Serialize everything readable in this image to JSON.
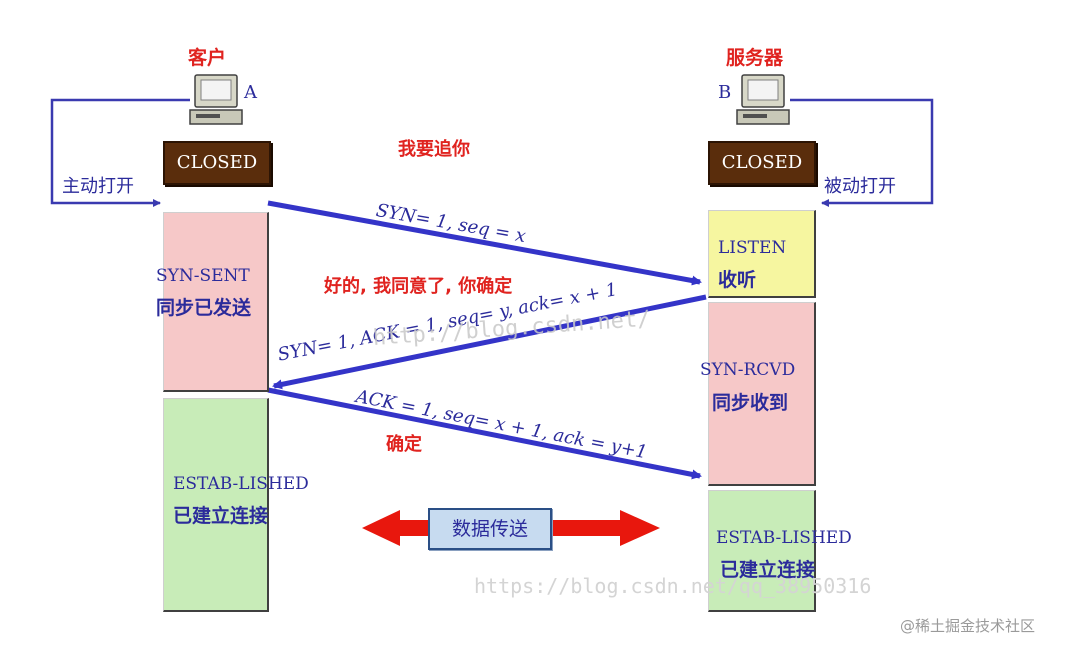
{
  "client": {
    "title": "客户",
    "id": "A",
    "open_label": "主动打开",
    "closed": "CLOSED",
    "syn_sent": {
      "name": "SYN-SENT",
      "cn": "同步已发送"
    },
    "established": {
      "name": "ESTAB-LISHED",
      "cn": "已建立连接"
    }
  },
  "server": {
    "title": "服务器",
    "id": "B",
    "open_label": "被动打开",
    "closed": "CLOSED",
    "listen": {
      "name": "LISTEN",
      "cn": "收听"
    },
    "syn_rcvd": {
      "name": "SYN-RCVD",
      "cn": "同步收到"
    },
    "established": {
      "name": "ESTAB-LISHED",
      "cn": "已建立连接"
    }
  },
  "messages": {
    "m1": {
      "label": "SYN= 1, seq = x",
      "note": "我要追你"
    },
    "m2": {
      "label": "SYN= 1, ACK = 1, seq= y, ack= x + 1",
      "note": "好的, 我同意了, 你确定"
    },
    "m3": {
      "label": "ACK = 1, seq= x + 1, ack = y+1",
      "note": "确定"
    }
  },
  "transfer": "数据传送",
  "watermarks": {
    "w1": "http://blog.csdn.net/",
    "w2": "https://blog.csdn.net/qq_38950316",
    "w3": "@稀土掘金技术社区"
  },
  "colors": {
    "arrow": "#3434c8",
    "closed": "#5a2d0c",
    "syn_sent": "#f6c8c8",
    "listen": "#f6f6a0",
    "syn_rcvd": "#f6c8c8",
    "established": "#c8ecb8",
    "red_text": "#e0231f"
  }
}
